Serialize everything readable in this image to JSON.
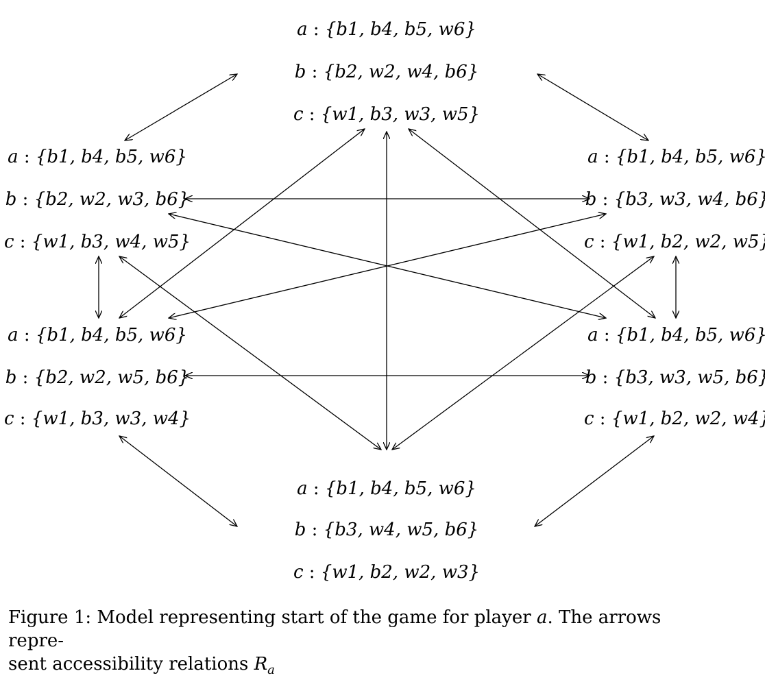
{
  "nodes": [
    {
      "id": "top",
      "lines": [
        {
          "agent": "a",
          "set": "{b1, b4, b5, w6}"
        },
        {
          "agent": "b",
          "set": "{b2, w2, w4, b6}"
        },
        {
          "agent": "c",
          "set": "{w1, b3, w3, w5}"
        }
      ]
    },
    {
      "id": "upper-left",
      "lines": [
        {
          "agent": "a",
          "set": "{b1, b4, b5, w6}"
        },
        {
          "agent": "b",
          "set": "{b2, w2, w3, b6}"
        },
        {
          "agent": "c",
          "set": "{w1, b3, w4, w5}"
        }
      ]
    },
    {
      "id": "upper-right",
      "lines": [
        {
          "agent": "a",
          "set": "{b1, b4, b5, w6}"
        },
        {
          "agent": "b",
          "set": "{b3, w3, w4, b6}"
        },
        {
          "agent": "c",
          "set": "{w1, b2, w2, w5}"
        }
      ]
    },
    {
      "id": "lower-left",
      "lines": [
        {
          "agent": "a",
          "set": "{b1, b4, b5, w6}"
        },
        {
          "agent": "b",
          "set": "{b2, w2, w5, b6}"
        },
        {
          "agent": "c",
          "set": "{w1, b3, w3, w4}"
        }
      ]
    },
    {
      "id": "lower-right",
      "lines": [
        {
          "agent": "a",
          "set": "{b1, b4, b5, w6}"
        },
        {
          "agent": "b",
          "set": "{b3, w3, w5, b6}"
        },
        {
          "agent": "c",
          "set": "{w1, b2, w2, w4}"
        }
      ]
    },
    {
      "id": "bottom",
      "lines": [
        {
          "agent": "a",
          "set": "{b1, b4, b5, w6}"
        },
        {
          "agent": "b",
          "set": "{b3, w4, w5, b6}"
        },
        {
          "agent": "c",
          "set": "{w1, b2, w2, w3}"
        }
      ]
    }
  ],
  "edges": [
    [
      "top",
      "upper-left"
    ],
    [
      "top",
      "upper-right"
    ],
    [
      "top",
      "lower-left"
    ],
    [
      "top",
      "lower-right"
    ],
    [
      "top",
      "bottom"
    ],
    [
      "upper-left",
      "upper-right"
    ],
    [
      "upper-left",
      "lower-left"
    ],
    [
      "upper-left",
      "lower-right"
    ],
    [
      "upper-left",
      "bottom"
    ],
    [
      "upper-right",
      "lower-left"
    ],
    [
      "upper-right",
      "lower-right"
    ],
    [
      "upper-right",
      "bottom"
    ],
    [
      "lower-left",
      "lower-right"
    ],
    [
      "lower-left",
      "bottom"
    ],
    [
      "lower-right",
      "bottom"
    ]
  ],
  "caption": {
    "label": "Figure 1:",
    "text_before": "Model representing start of the game for player",
    "player": "a",
    "text_middle": ". The arrows repre-",
    "line2": "sent accessibility relations",
    "relation": "R",
    "relation_sub": "a"
  }
}
